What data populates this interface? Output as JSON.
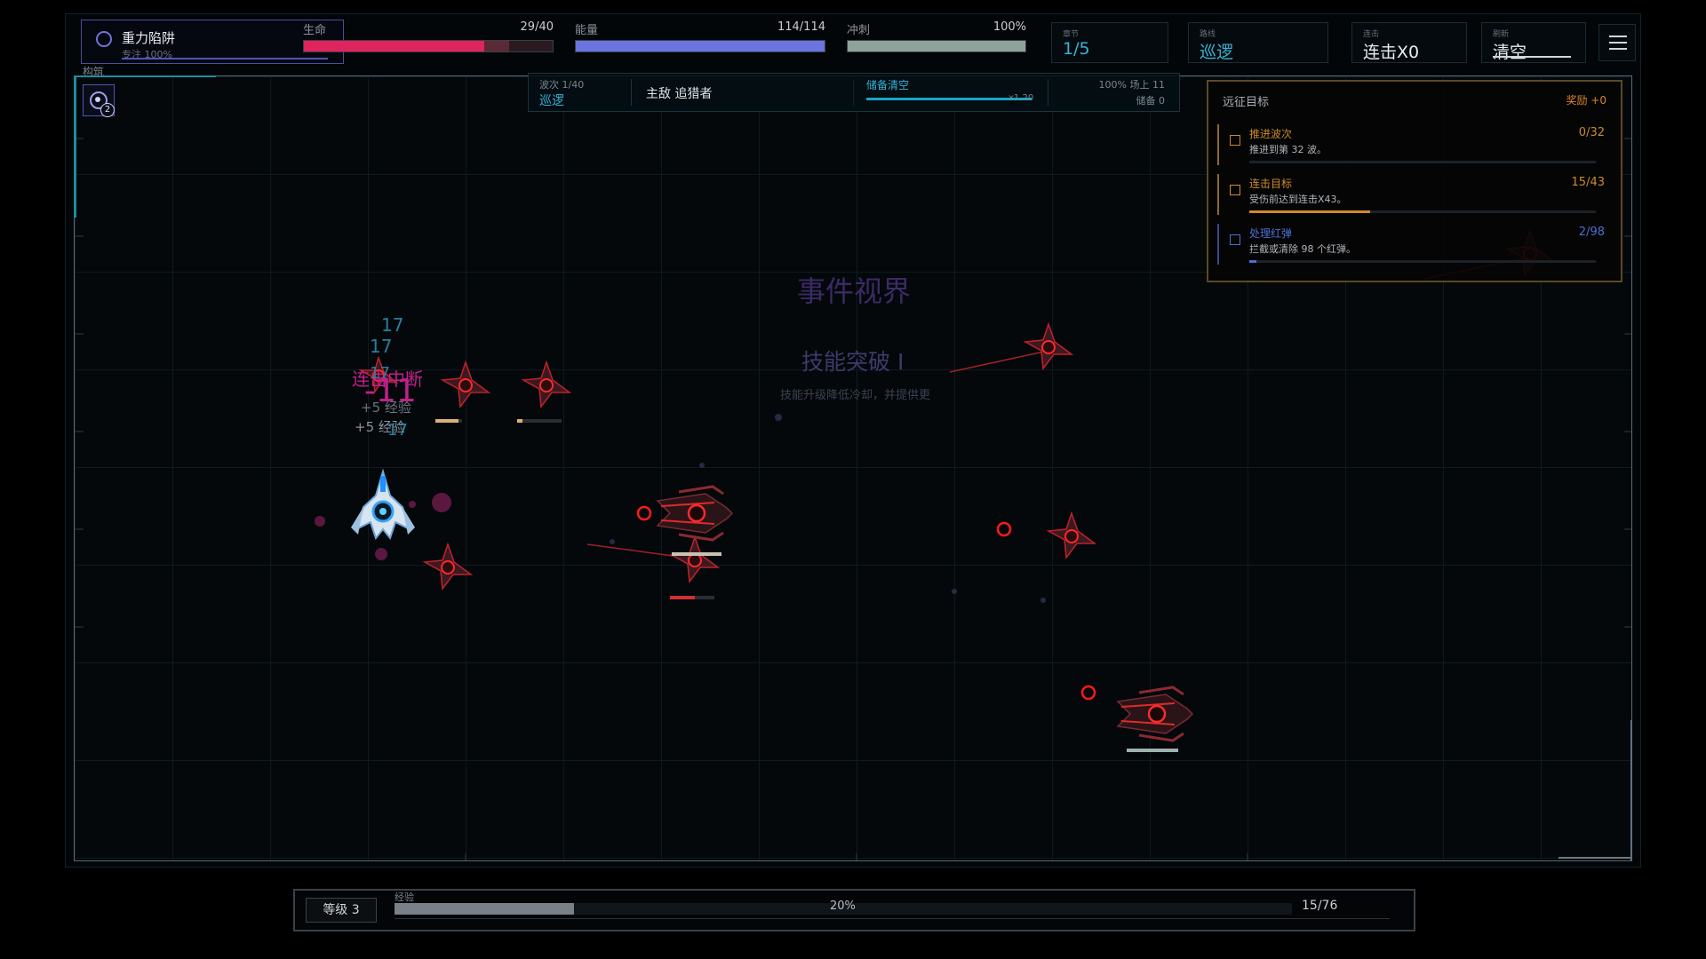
{
  "hud": {
    "skill": {
      "name": "重力陷阱",
      "focus": "专注 100%"
    },
    "health": {
      "label": "生命",
      "value": "29/40",
      "current": 29,
      "max": 40,
      "color": "#e0245e"
    },
    "energy": {
      "label": "能量",
      "value": "114/114",
      "current": 114,
      "max": 114,
      "color": "#6b74e0"
    },
    "dash": {
      "label": "冲刺",
      "value": "100%",
      "percent": 100,
      "color": "#8fa39a"
    },
    "chapter": {
      "label": "章节",
      "value": "1/5"
    },
    "route": {
      "label": "路线",
      "value": "巡逻"
    },
    "combo": {
      "label": "连击",
      "value": "连击X0"
    },
    "refresh": {
      "label": "刷新",
      "value": "清空"
    },
    "menu_icon": "hamburger-icon"
  },
  "build": {
    "label": "构筑",
    "count": "2",
    "icon": "gravity-trap-icon"
  },
  "wave": {
    "wave_label": "波次 1/40",
    "route": "巡逻",
    "main_enemy": "主敌 追猎者",
    "reserve_label": "储备清空",
    "multiplier": "x1.20",
    "field": "100%  场上 11",
    "reserve": "储备 0"
  },
  "objectives": {
    "title": "远征目标",
    "reward": "奖励 +0",
    "items": [
      {
        "name": "推进波次",
        "desc": "推进到第 32 波。",
        "progress": "0/32",
        "current": 0,
        "max": 32,
        "color": "#c98a2a"
      },
      {
        "name": "连击目标",
        "desc": "受伤前达到连击X43。",
        "progress": "15/43",
        "current": 15,
        "max": 43,
        "color": "#d08a2e"
      },
      {
        "name": "处理红弹",
        "desc": "拦截或清除 98 个红弹。",
        "progress": "2/98",
        "current": 2,
        "max": 98,
        "color": "#4f6fd0"
      }
    ]
  },
  "events": {
    "title": "事件视界",
    "skill_up": "技能突破 I",
    "skill_desc": "技能升级降低冷却，并提供更"
  },
  "floating": {
    "dmg_a": "17",
    "dmg_b": "17",
    "combo_break": "连击中断",
    "big_hit": "-11",
    "dmg_c": "17",
    "xp_a": "+5 经验",
    "xp_b": "+5 经验",
    "dmg_d": "17"
  },
  "xp": {
    "level": "等级 3",
    "label": "经验",
    "percent_text": "20%",
    "value": "15/76",
    "fraction": 0.2
  }
}
